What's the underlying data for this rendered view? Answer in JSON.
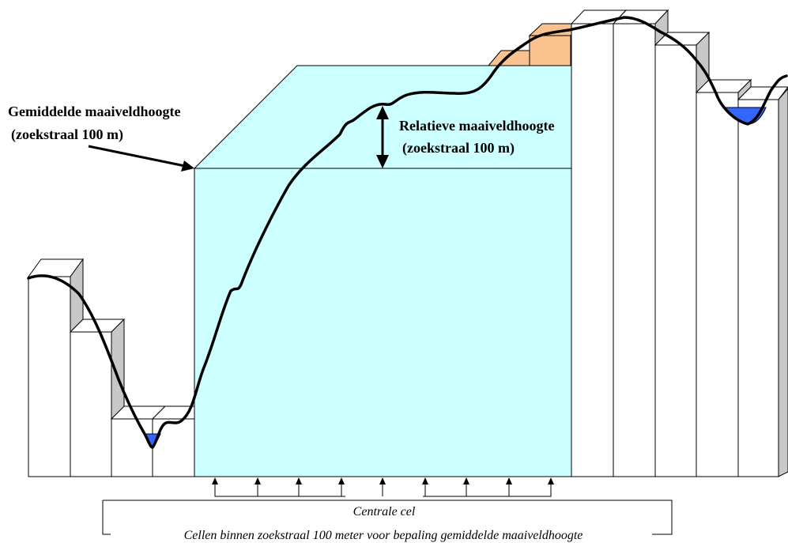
{
  "labels": {
    "mean_height_line1": "Gemiddelde maaiveldhoogte",
    "mean_height_line2": "(zoekstraal 100 m)",
    "relative_height_line1": "Relatieve maaiveldhoogte",
    "relative_height_line2": "(zoekstraal 100 m)",
    "central_cell": "Centrale cel",
    "search_cells": "Cellen binnen zoekstraal 100 meter voor bepaling gemiddelde maaiveldhoogte"
  },
  "colors": {
    "column_face": "#ffffff",
    "column_side": "#c8c8c8",
    "central_block": "#ccffff",
    "block_highlight": "#f9c28f",
    "water": "#3366ff",
    "line": "#000000"
  }
}
